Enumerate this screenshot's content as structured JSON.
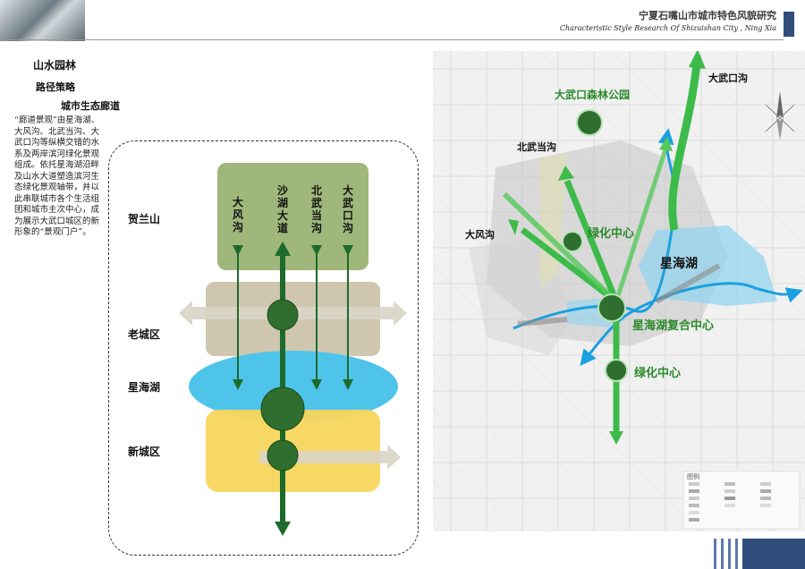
{
  "header": {
    "title": "宁夏石嘴山市城市特色风貌研究",
    "subtitle": "Characteristic  Style Research Of Shizuishan City , Ning Xia"
  },
  "left": {
    "section_title": "山水园林",
    "subsection": "路径策略",
    "topic": "城市生态廊道",
    "description": "“廊道景观”由星海湖、大风沟、北武当沟、大武口沟等纵横交错的水系及两岸滨河绿化景观组成。依托星海湖沿畔及山水大道塑造滨河生态绿化景观轴带，并以此串联城市各个生活组团和城市主次中心，成为展示大武口城区的新形象的“景观门户”。"
  },
  "diagram": {
    "zones": [
      "贺兰山",
      "老城区",
      "星海湖",
      "新城区"
    ],
    "axes": [
      "大风沟",
      "沙湖大道",
      "北武当沟",
      "大武口沟"
    ]
  },
  "map": {
    "labels": {
      "dawukou_gou": "大武口沟",
      "forest_park": "大武口森林公园",
      "beiwudang_gou": "北武当沟",
      "dafeng_gou": "大风沟",
      "green_center_1": "绿化中心",
      "xinghai_lake": "星海湖",
      "composite_center": "星海湖复合中心",
      "green_center_2": "绿化中心"
    },
    "legend_title": "图例"
  },
  "colors": {
    "accent": "#304d7c",
    "green_dark": "#1d6b2a",
    "green_light": "#3dbb4a",
    "water_blue": "#4fc4ea",
    "old_city": "#c9c0a6",
    "new_city": "#f8d65c",
    "helan": "#9fb77a"
  }
}
